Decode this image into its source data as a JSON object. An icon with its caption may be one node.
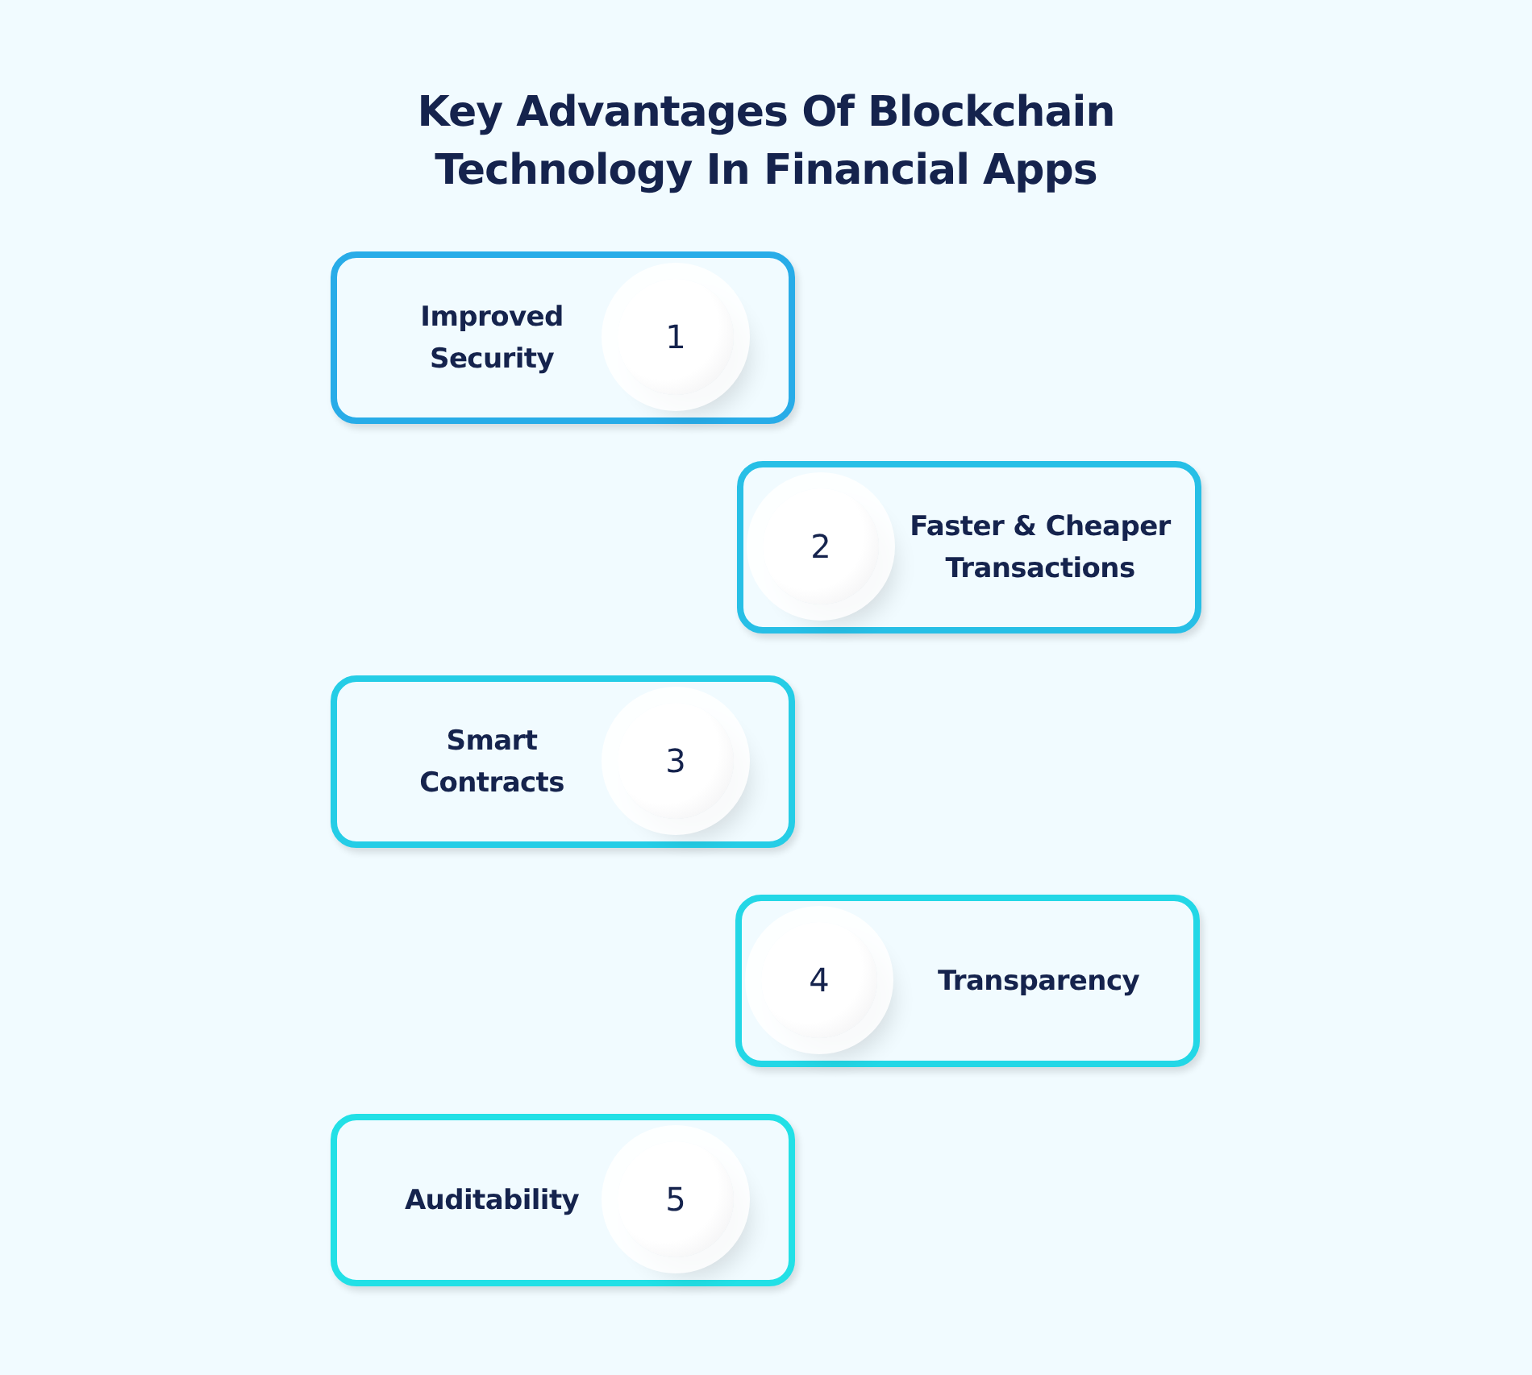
{
  "diagram": {
    "title": "Key Advantages Of Blockchain Technology In Financial Apps",
    "nodes": [
      {
        "text": [
          "Improved Security"
        ]
      },
      {
        "text": [
          "1"
        ],
        "in": 0
      },
      {
        "text": [
          "Faster & Cheaper Transactions"
        ]
      },
      {
        "text": [
          "2"
        ],
        "in": 2
      },
      {
        "text": [
          "Smart Contracts"
        ]
      },
      {
        "text": [
          "3"
        ],
        "in": 4
      },
      {
        "text": [
          "Transparency"
        ]
      },
      {
        "text": [
          "4"
        ],
        "in": 6
      },
      {
        "text": [
          "Auditability"
        ]
      },
      {
        "text": [
          "5"
        ],
        "in": 8
      }
    ]
  }
}
